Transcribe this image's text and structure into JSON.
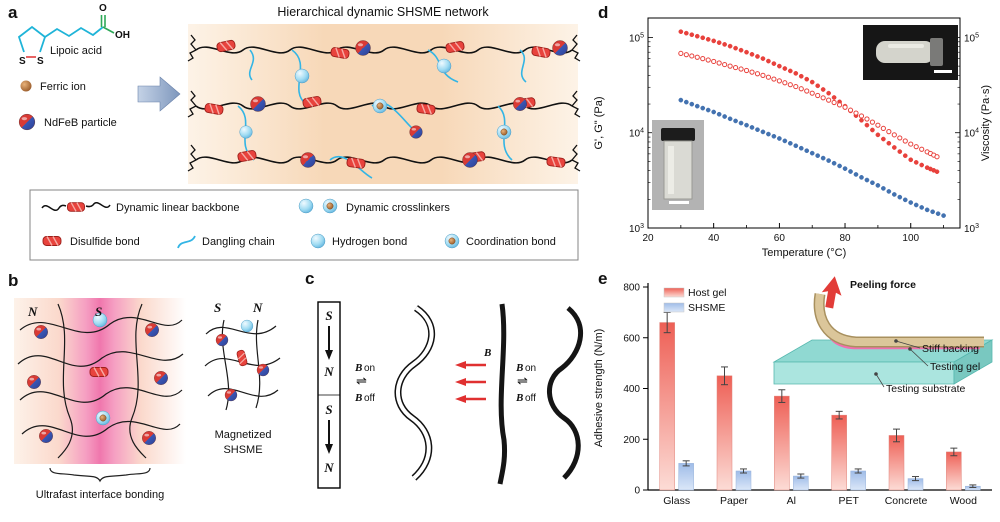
{
  "figure": {
    "panel_labels": {
      "a": "a",
      "b": "b",
      "c": "c",
      "d": "d",
      "e": "e"
    }
  },
  "panel_a": {
    "network_title": "Hierarchical dynamic SHSME network",
    "lipoic_acid_label": "Lipoic acid",
    "ferric_label": "Ferric ion",
    "ndfeb_label": "NdFeB particle",
    "atoms": {
      "o": "O",
      "oh": "OH",
      "s1": "S",
      "s2": "S"
    },
    "legend": {
      "backbone": "Dynamic linear backbone",
      "crosslinkers": "Dynamic crosslinkers",
      "disulfide": "Disulfide bond",
      "dangling": "Dangling chain",
      "hydrogen": "Hydrogen bond",
      "coordination": "Coordination bond"
    }
  },
  "panel_b": {
    "poles": {
      "n_left": "N",
      "s_center": "S",
      "s_right": "S",
      "n_right": "N"
    },
    "brace_label": "Ultrafast interface bonding",
    "magnetized_line1": "Magnetized",
    "magnetized_line2": "SHSME"
  },
  "panel_c": {
    "poles": [
      "S",
      "N",
      "S",
      "N"
    ],
    "b_symbol": "B",
    "on_label": "on",
    "off_label": "off",
    "equilibrium": "⇌"
  },
  "chart_data": [
    {
      "type": "scatter",
      "title": "",
      "xlabel": "Temperature (°C)",
      "ylabel_left": "G', G\" (Pa)",
      "ylabel_right": "Viscosity (Pa·s)",
      "xlim": [
        20,
        115
      ],
      "xticks": [
        20,
        40,
        60,
        80,
        100
      ],
      "ylim_log": [
        1000,
        160000
      ],
      "yticks_exp": [
        3,
        4,
        5
      ],
      "axis_color_left": "#e8413c",
      "axis_color_right": "#4372b0",
      "legend_position": "none",
      "grid": false,
      "series": [
        {
          "name": "G'",
          "marker": "filled",
          "color": "#e8413c",
          "axis": "left",
          "x": [
            30,
            35,
            40,
            45,
            50,
            55,
            60,
            65,
            70,
            75,
            80,
            85,
            90,
            95,
            100,
            105,
            108
          ],
          "y": [
            115000,
            103000,
            92000,
            81000,
            70000,
            60000,
            50000,
            42000,
            34000,
            26000,
            19000,
            13500,
            9500,
            7000,
            5200,
            4300,
            3900
          ]
        },
        {
          "name": "G\"",
          "marker": "open",
          "color": "#e8413c",
          "axis": "left",
          "x": [
            30,
            35,
            40,
            45,
            50,
            55,
            60,
            65,
            70,
            75,
            80,
            85,
            90,
            95,
            100,
            105,
            108
          ],
          "y": [
            68000,
            62000,
            56000,
            50000,
            45000,
            40000,
            35000,
            30500,
            26000,
            22000,
            18500,
            15000,
            12000,
            9500,
            7600,
            6300,
            5600
          ]
        },
        {
          "name": "Viscosity",
          "marker": "filled",
          "color": "#4372b0",
          "axis": "right",
          "x": [
            30,
            35,
            40,
            45,
            50,
            55,
            60,
            65,
            70,
            75,
            80,
            85,
            90,
            95,
            100,
            105,
            110
          ],
          "y": [
            22000,
            19000,
            16500,
            14000,
            12000,
            10200,
            8700,
            7300,
            6100,
            5100,
            4200,
            3400,
            2800,
            2250,
            1850,
            1550,
            1350
          ]
        }
      ]
    },
    {
      "type": "bar",
      "title": "",
      "categories": [
        "Glass",
        "Paper",
        "Al",
        "PET",
        "Concrete",
        "Wood"
      ],
      "series": [
        {
          "name": "Host gel",
          "color_top": "#ee5f55",
          "color_bottom": "#fcdcd6",
          "values": [
            660,
            450,
            370,
            295,
            215,
            150
          ],
          "errors": [
            40,
            35,
            25,
            15,
            25,
            15
          ]
        },
        {
          "name": "SHSME",
          "color_top": "#9fbce8",
          "color_bottom": "#dbe7f8",
          "values": [
            105,
            75,
            55,
            75,
            45,
            15
          ],
          "errors": [
            10,
            8,
            8,
            8,
            8,
            5
          ]
        }
      ],
      "ylabel": "Adhesive strength (N/m)",
      "ylim": [
        0,
        800
      ],
      "yticks": [
        0,
        200,
        400,
        600,
        800
      ],
      "grid": false,
      "legend_position": "upper-left",
      "inset": {
        "peeling_force": "Peeling force",
        "stiff_backing": "Stiff backing",
        "testing_gel": "Testing gel",
        "testing_substrate": "Testing substrate"
      }
    }
  ]
}
